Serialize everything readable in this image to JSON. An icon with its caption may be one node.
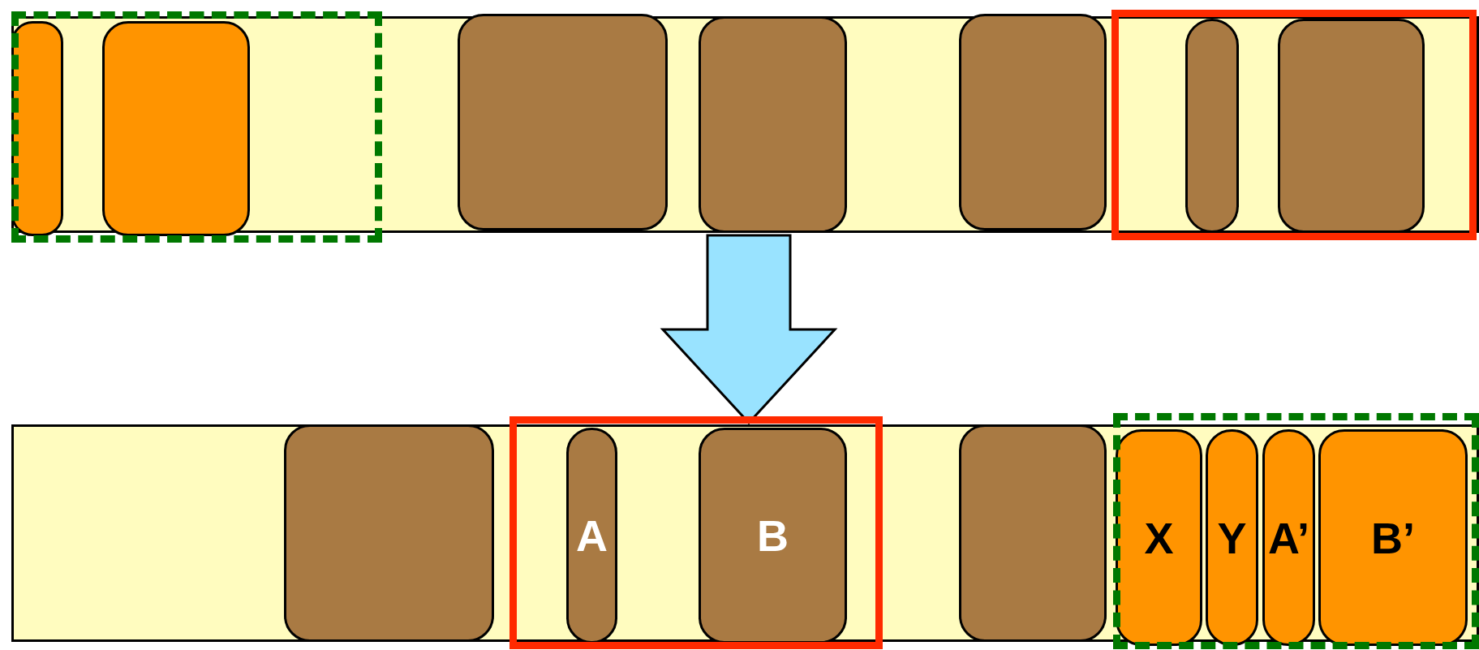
{
  "diagram": {
    "nodes": [
      {
        "text": [],
        "shape": "box"
      },
      {
        "text": [],
        "shape": "box",
        "in": 0
      },
      {
        "text": [],
        "shape": "box",
        "in": 1
      },
      {
        "text": [],
        "shape": "box",
        "in": 1
      },
      {
        "text": [],
        "shape": "box",
        "in": 0
      },
      {
        "text": [],
        "shape": "box",
        "in": 0
      },
      {
        "text": [],
        "shape": "box",
        "in": 0
      },
      {
        "text": [],
        "shape": "box",
        "in": 0
      },
      {
        "text": [],
        "shape": "box",
        "in": 7
      },
      {
        "text": [],
        "shape": "box",
        "in": 7
      },
      {
        "text": [],
        "shape": "box"
      },
      {
        "text": [],
        "shape": "box",
        "in": 10
      },
      {
        "text": [],
        "shape": "box",
        "in": 10
      },
      {
        "text": [
          "A"
        ],
        "in": 12
      },
      {
        "text": [
          "B"
        ],
        "in": 12
      },
      {
        "text": [],
        "shape": "box",
        "in": 10
      },
      {
        "text": [],
        "shape": "box",
        "in": 10
      },
      {
        "text": [
          "X"
        ],
        "in": 16
      },
      {
        "text": [
          "Y"
        ],
        "in": 16
      },
      {
        "text": [
          "A’"
        ],
        "in": 16
      },
      {
        "text": [
          "B’"
        ],
        "in": 16
      }
    ],
    "edges": [
      {
        "from": 0,
        "to": 10,
        "arrow": "to"
      }
    ]
  }
}
